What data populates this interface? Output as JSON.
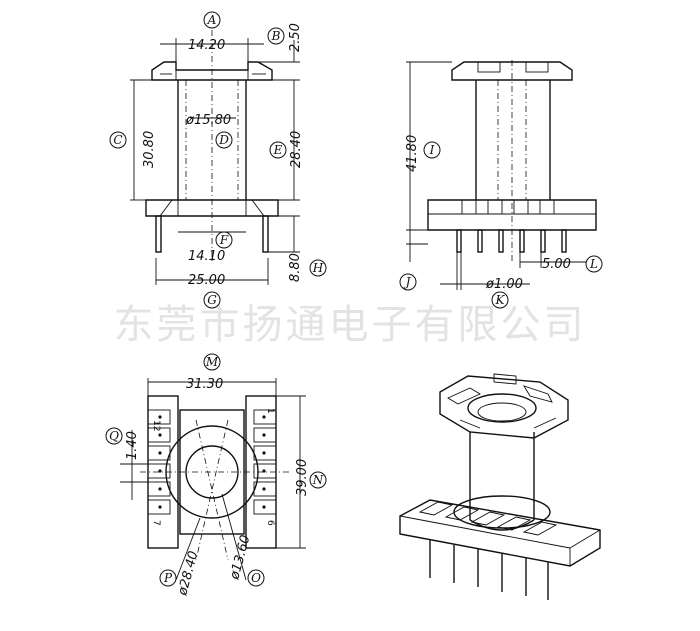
{
  "watermark": "东莞市扬通电子有限公司",
  "dimensions": {
    "front_top_width": "14.20",
    "flange_thickness": "2.50",
    "overall_height": "30.80",
    "bore_diameter": "ø15.80",
    "inner_height": "28.40",
    "base_inner_width": "14.10",
    "overall_width": "25.00",
    "pin_length": "8.80",
    "side_height": "41.80",
    "pin_pitch": "5.00",
    "pin_diameter": "ø1.00",
    "bottom_width": "31.30",
    "pin_spacing": "1.40",
    "bottom_length": "39.00",
    "outer_circle": "ø28.40",
    "inner_circle": "ø13.60"
  },
  "labels": [
    "A",
    "B",
    "C",
    "D",
    "E",
    "F",
    "G",
    "H",
    "I",
    "J",
    "K",
    "L",
    "M",
    "N",
    "O",
    "P",
    "Q"
  ],
  "pin_numbers": {
    "left_top": "12",
    "right_top": "1",
    "left_bottom": "7",
    "right_bottom": "6"
  },
  "colors": {
    "line": "#111111",
    "watermark": "#e3e3e3"
  }
}
